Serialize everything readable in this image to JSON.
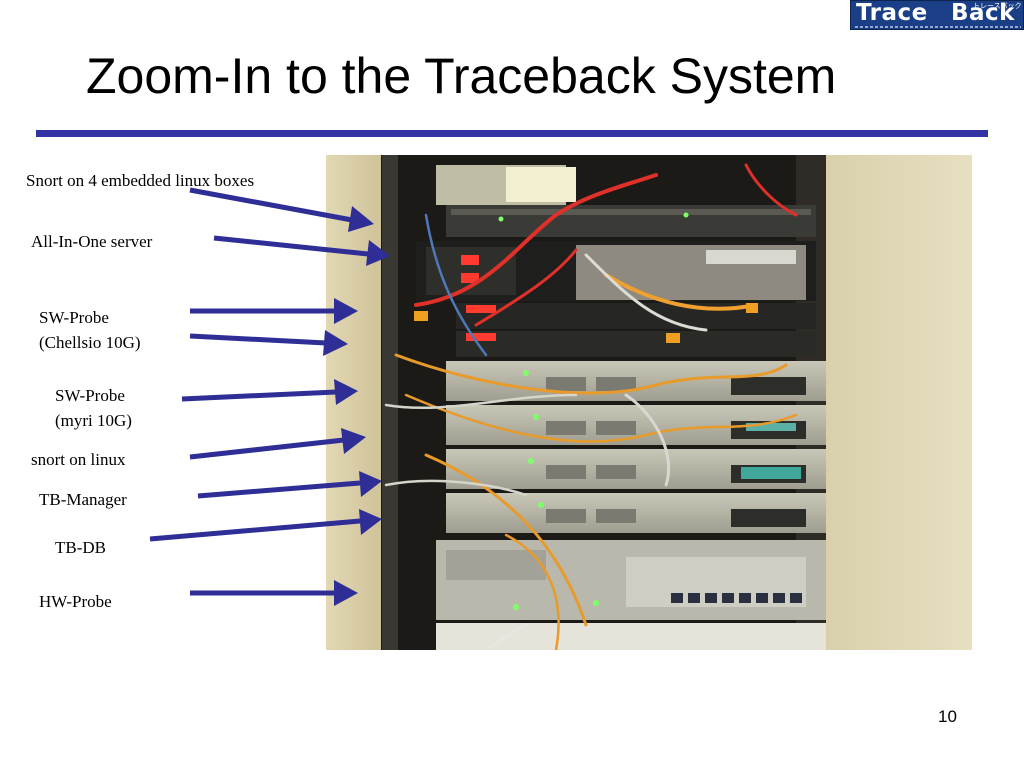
{
  "logo": {
    "word1": "Trace",
    "word2": "Back",
    "kana": "トレースバック",
    "background": "#1a3f86"
  },
  "title": "Zoom-In to the Traceback System",
  "title_rule_color": "#3333a6",
  "labels": {
    "snort_boxes": "Snort on 4 embedded linux boxes",
    "all_in_one": "All-In-One server",
    "sw_probe_chelsio_1": "SW-Probe",
    "sw_probe_chelsio_2": "(Chellsio 10G)",
    "sw_probe_myri_1": "SW-Probe",
    "sw_probe_myri_2": "(myri 10G)",
    "snort_linux": "snort on linux",
    "tb_manager": "TB-Manager",
    "tb_db": "TB-DB",
    "hw_probe": "HW-Probe"
  },
  "arrow_color": "#2e2e96",
  "page_number": "10"
}
